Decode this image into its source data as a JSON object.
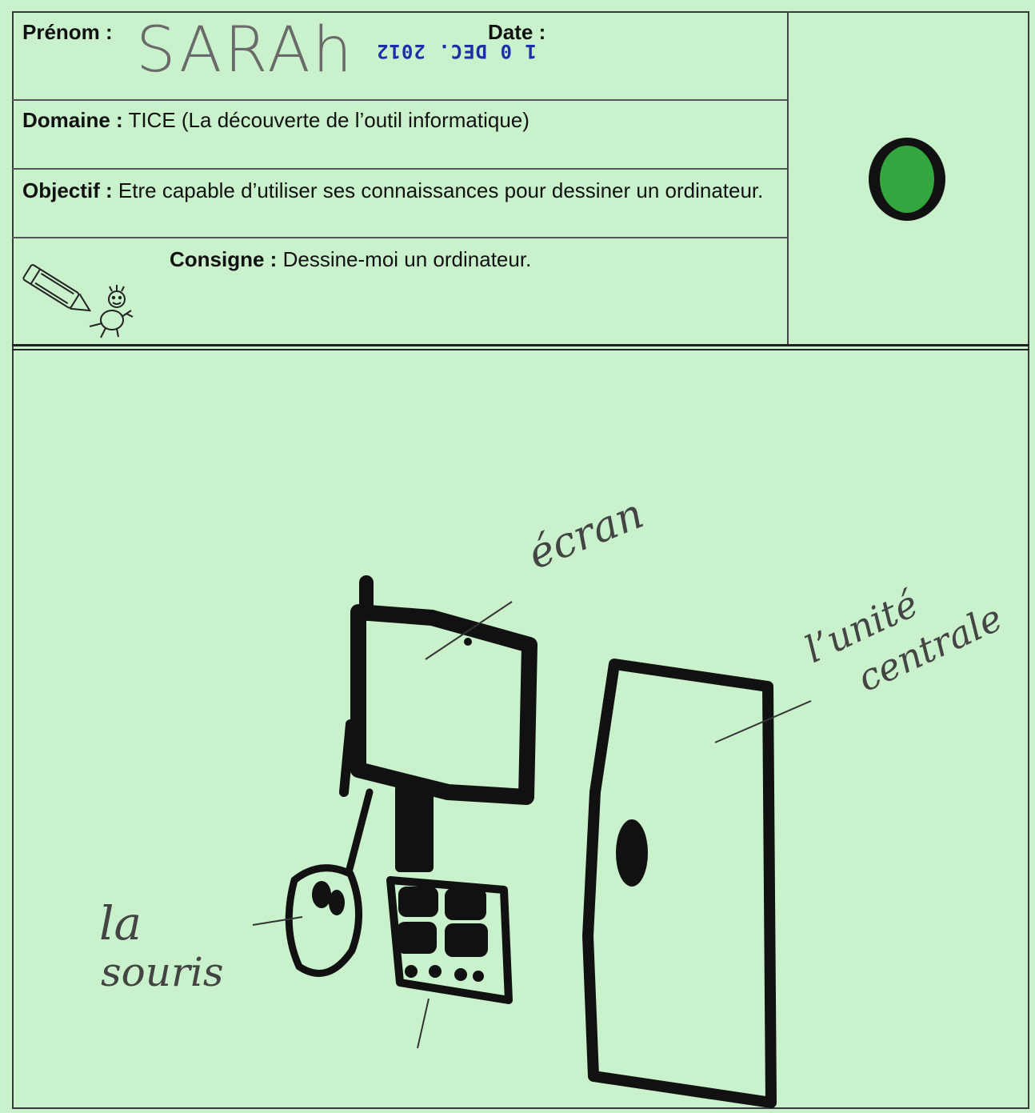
{
  "header": {
    "prenom_label": "Prénom :",
    "prenom_value": "SARAh",
    "date_label": "Date :",
    "date_stamp": "1 0 DEC. 2012"
  },
  "domaine": {
    "label": "Domaine :",
    "text": "TICE (La découverte de l’outil informatique)"
  },
  "objectif": {
    "label": "Objectif :",
    "text": "Etre capable d’utiliser ses connaissances pour dessiner un ordinateur."
  },
  "consigne": {
    "label": "Consigne :",
    "text": "Dessine-moi un ordinateur."
  },
  "evaluation": {
    "mark": "O",
    "color": "#33a640"
  },
  "drawing": {
    "labels": {
      "ecran": "écran",
      "unite_centrale_1": "l’unité",
      "unite_centrale_2": "centrale",
      "souris_1": "la",
      "souris_2": "souris"
    }
  },
  "icons": {
    "pencil_child": "pencil-child-icon"
  }
}
